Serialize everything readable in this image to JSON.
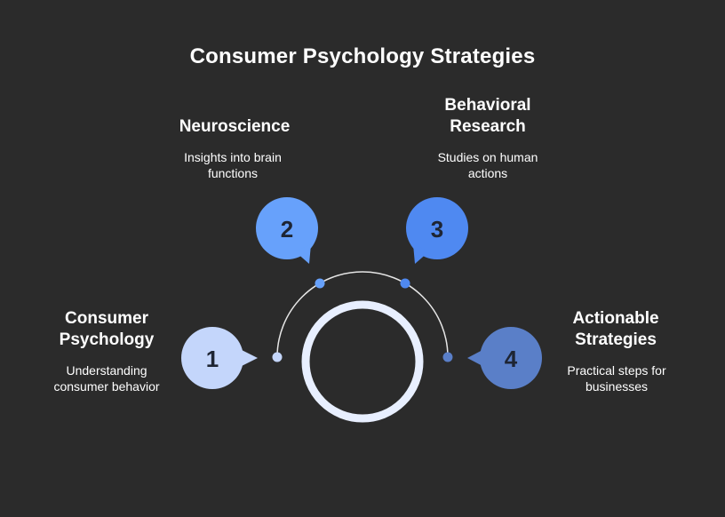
{
  "title": "Consumer Psychology Strategies",
  "steps": [
    {
      "number": "1",
      "heading": "Consumer Psychology",
      "description": "Understanding consumer behavior",
      "color": "#c4d6fb"
    },
    {
      "number": "2",
      "heading": "Neuroscience",
      "description": "Insights into brain functions",
      "color": "#67a1fb"
    },
    {
      "number": "3",
      "heading": "Behavioral Research",
      "description": "Studies on human actions",
      "color": "#4f89f1"
    },
    {
      "number": "4",
      "heading": "Actionable Strategies",
      "description": "Practical steps for businesses",
      "color": "#5a7fc8"
    }
  ],
  "colors": {
    "background": "#2b2b2b",
    "ring": "#e8efff",
    "connector_dot": "#4f89f1",
    "number_text": "#1e2533"
  }
}
